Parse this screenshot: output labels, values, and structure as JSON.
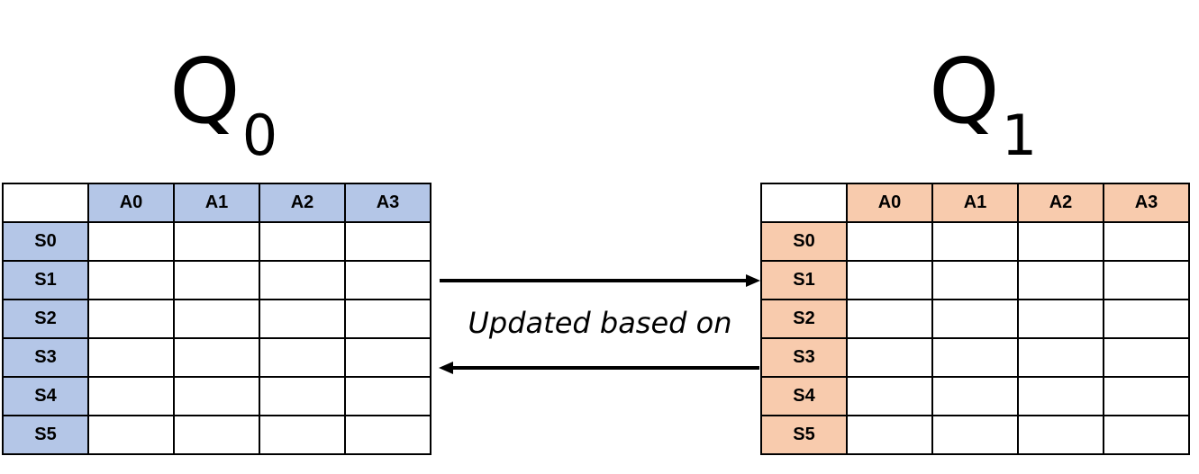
{
  "colors": {
    "q0_header": "#b4c6e7",
    "q1_header": "#f8cbad",
    "border": "#000000"
  },
  "tables": [
    {
      "letter": "Q",
      "subscript": "0",
      "header_color": "#b4c6e7",
      "columns": [
        "A0",
        "A1",
        "A2",
        "A3"
      ],
      "rows": [
        "S0",
        "S1",
        "S2",
        "S3",
        "S4",
        "S5"
      ]
    },
    {
      "letter": "Q",
      "subscript": "1",
      "header_color": "#f8cbad",
      "columns": [
        "A0",
        "A1",
        "A2",
        "A3"
      ],
      "rows": [
        "S0",
        "S1",
        "S2",
        "S3",
        "S4",
        "S5"
      ]
    }
  ],
  "connector": {
    "label": "Updated based on"
  }
}
